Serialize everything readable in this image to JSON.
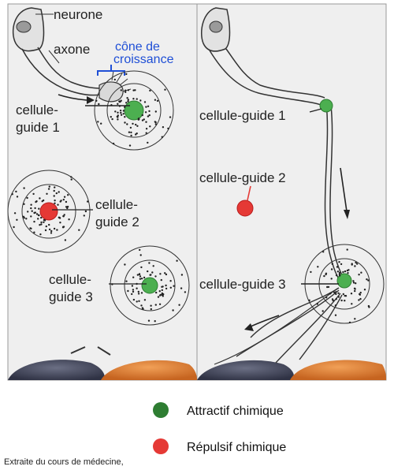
{
  "left_panel": {
    "neurone_label": "neurone",
    "axone_label": "axone",
    "cone_label_line1": "cône de",
    "cone_label_line2": "croissance",
    "guide1_line1": "cellule-",
    "guide1_line2": "guide 1",
    "guide2_line1": "cellule-",
    "guide2_line2": "guide 2",
    "guide3_line1": "cellule-",
    "guide3_line2": "guide 3"
  },
  "right_panel": {
    "guide1_label": "cellule-guide 1",
    "guide2_label": "cellule-guide 2",
    "guide3_label": "cellule-guide 3"
  },
  "legend": {
    "items": [
      {
        "label": "Attractif chimique",
        "color": "#2e7d32"
      },
      {
        "label": "Répulsif chimique",
        "color": "#e53935"
      }
    ]
  },
  "credit": "Extraite du cours de médecine,",
  "colors": {
    "panel_bg": "#efefef",
    "cell_green": "#4caf50",
    "cell_red": "#e53935",
    "blob_dark": "#3e4255",
    "blob_orange": "#d9792f",
    "cone_blue": "#1f4fd6"
  }
}
